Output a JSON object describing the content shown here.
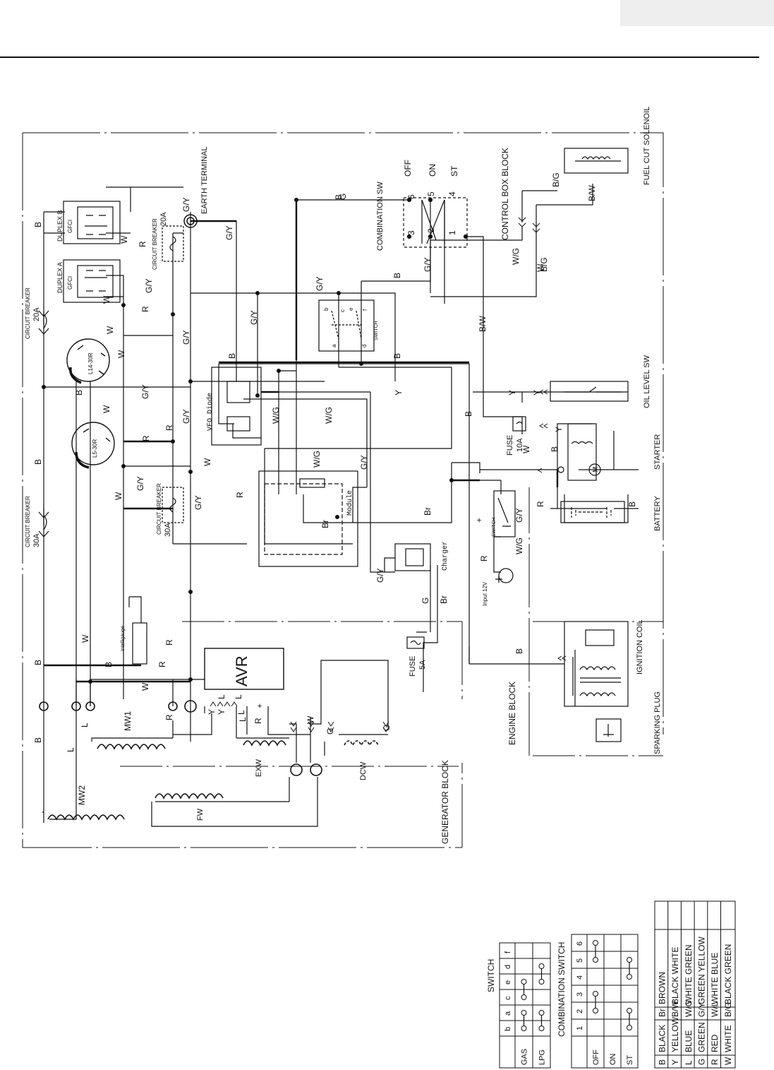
{
  "header": {
    "tab_color": "#eeeeee"
  },
  "blocks": {
    "generator": "GENERATOR BLOCK",
    "engine": "ENGINE BLOCK",
    "control_box": "CONTROL BOX BLOCK",
    "fuel_cut": "FUEL CUT SOLENOIL"
  },
  "components": {
    "duplex_b": "DUPLEX B",
    "duplex_a": "DUPLEX A",
    "gfci": "GFCI",
    "cb_20a": "CIRCUIT BREAKER",
    "cb_20a_rating": "20A",
    "cb_30a": "CIRCUIT BREAKER",
    "cb_30a_rating": "30A",
    "earth": "EARTH TERMINAL",
    "combination_sw": "COMBINATION SW",
    "l14": "L14-30R",
    "l5": "L5-30R",
    "vfo": "VFO Diode",
    "module": "Module",
    "switch": "SWITCH",
    "oil_level": "OIL LEVEL SW",
    "fuse_10a": "FUSE",
    "fuse_10a_rating": "10A",
    "starter": "STARTER",
    "battery": "BATTERY",
    "charger": "Charger",
    "input_12v": "Input 12V",
    "intelligauge": "Intelligauge",
    "avr": "AVR",
    "fuse_5a": "FUSE",
    "fuse_5a_rating": "5A",
    "ignition_coil": "IGNITION COIL",
    "spark_plug": "SPARKING PLUG",
    "mw1": "MW1",
    "mw2": "MW2",
    "exw": "EXW",
    "dcw": "DCW",
    "fw": "FW",
    "motor": "M"
  },
  "comb_positions": [
    "OFF",
    "ON",
    "ST"
  ],
  "comb_terminals": [
    "6",
    "5",
    "4",
    "3",
    "2",
    "1"
  ],
  "switch_terminals": [
    "b",
    "c",
    "e",
    "f",
    "a",
    "d"
  ],
  "wire_labels": [
    {
      "t": "B"
    },
    {
      "t": "B"
    },
    {
      "t": "B"
    },
    {
      "t": "B"
    },
    {
      "t": "B"
    },
    {
      "t": "B"
    },
    {
      "t": "B"
    },
    {
      "t": "B"
    },
    {
      "t": "B"
    },
    {
      "t": "B"
    },
    {
      "t": "B"
    },
    {
      "t": "B"
    },
    {
      "t": "B"
    },
    {
      "t": "B"
    },
    {
      "t": "W"
    },
    {
      "t": "W"
    },
    {
      "t": "W"
    },
    {
      "t": "W"
    },
    {
      "t": "W"
    },
    {
      "t": "W"
    },
    {
      "t": "W"
    },
    {
      "t": "W"
    },
    {
      "t": "W"
    },
    {
      "t": "W"
    },
    {
      "t": "W"
    },
    {
      "t": "W"
    },
    {
      "t": "R"
    },
    {
      "t": "R"
    },
    {
      "t": "R"
    },
    {
      "t": "R"
    },
    {
      "t": "R"
    },
    {
      "t": "R"
    },
    {
      "t": "R"
    },
    {
      "t": "R"
    },
    {
      "t": "R"
    },
    {
      "t": "R"
    },
    {
      "t": "R"
    },
    {
      "t": "G/Y"
    },
    {
      "t": "G/Y"
    },
    {
      "t": "G/Y"
    },
    {
      "t": "G/Y"
    },
    {
      "t": "G/Y"
    },
    {
      "t": "G/Y"
    },
    {
      "t": "G/Y"
    },
    {
      "t": "G/Y"
    },
    {
      "t": "G/Y"
    },
    {
      "t": "G/Y"
    },
    {
      "t": "G/Y"
    },
    {
      "t": "G/Y"
    },
    {
      "t": "G/Y"
    },
    {
      "t": "G/Y"
    },
    {
      "t": "W/G"
    },
    {
      "t": "W/G"
    },
    {
      "t": "W/G"
    },
    {
      "t": "W/G"
    },
    {
      "t": "W/G"
    },
    {
      "t": "B/G"
    },
    {
      "t": "B/G"
    },
    {
      "t": "B/W"
    },
    {
      "t": "B/W"
    },
    {
      "t": "Y"
    },
    {
      "t": "Y"
    },
    {
      "t": "Y"
    },
    {
      "t": "Y"
    },
    {
      "t": "Y"
    },
    {
      "t": "Y"
    },
    {
      "t": "L"
    },
    {
      "t": "L"
    },
    {
      "t": "L"
    },
    {
      "t": "L"
    },
    {
      "t": "L"
    },
    {
      "t": "L"
    },
    {
      "t": "G"
    },
    {
      "t": "G"
    },
    {
      "t": "G"
    },
    {
      "t": "G"
    },
    {
      "t": "Br"
    },
    {
      "t": "Br"
    },
    {
      "t": "Br"
    },
    {
      "t": "+"
    },
    {
      "t": "+"
    }
  ],
  "tables": {
    "switch": {
      "title": "SWITCH",
      "cols": [
        "b",
        "a",
        "c",
        "e",
        "d",
        "f"
      ],
      "rows": [
        {
          "label": "GAS",
          "spans": [
            [
              0,
              1
            ],
            [
              2,
              3
            ]
          ]
        },
        {
          "label": "LPG",
          "spans": [
            [
              0,
              1
            ],
            [
              3,
              4
            ]
          ]
        }
      ]
    },
    "combination": {
      "title": "COMBINATION SWITCH",
      "cols": [
        "1",
        "2",
        "3",
        "4",
        "5",
        "6"
      ],
      "rows": [
        {
          "label": "OFF",
          "spans": [
            [
              1,
              2
            ],
            [
              4,
              5
            ]
          ]
        },
        {
          "label": "ON",
          "spans": []
        },
        {
          "label": "ST",
          "spans": [
            [
              0,
              1
            ],
            [
              3,
              4
            ]
          ]
        }
      ]
    },
    "colors": {
      "rows": [
        [
          "B",
          "BLACK",
          "Br",
          "BROWN"
        ],
        [
          "Y",
          "YELLOW",
          "B/W",
          "BLACK WHITE"
        ],
        [
          "L",
          "BLUE",
          "W/G",
          "WHITE GREEN"
        ],
        [
          "G",
          "GREEN",
          "G/Y",
          "GREEN YELLOW"
        ],
        [
          "R",
          "RED",
          "W/L",
          "WHITE BLUE"
        ],
        [
          "W",
          "WHITE",
          "B/G",
          "BLACK GREEN"
        ]
      ]
    }
  }
}
